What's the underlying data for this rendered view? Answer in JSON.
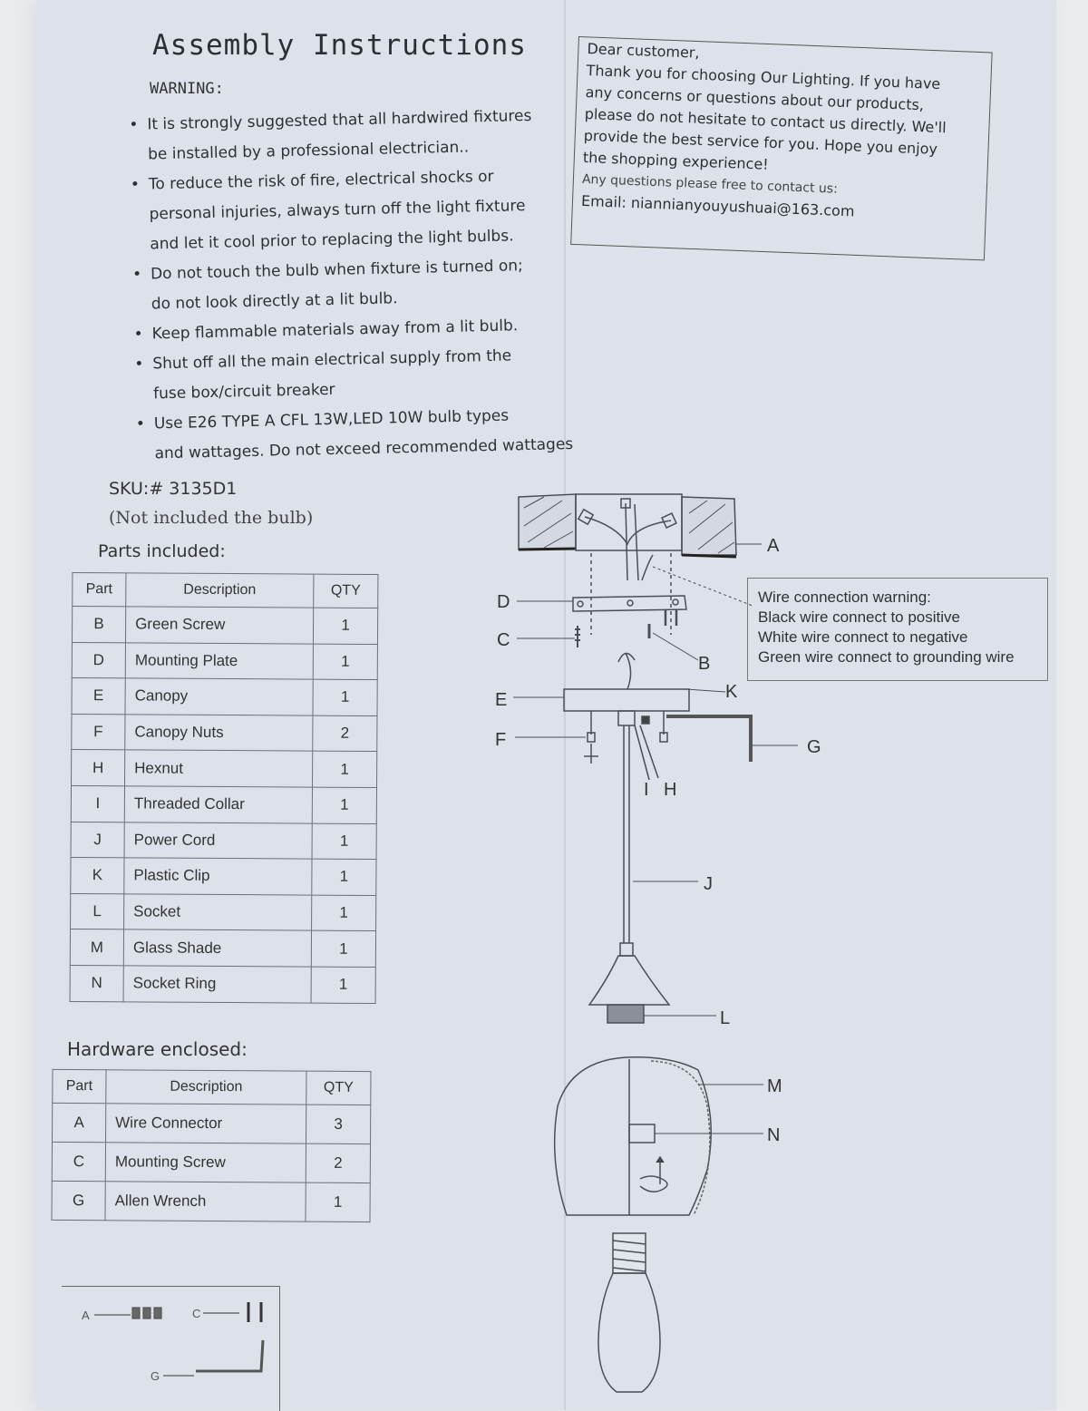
{
  "title": "Assembly Instructions",
  "warning_label": "WARNING:",
  "bullets": [
    [
      "It is strongly suggested that all hardwired fixtures",
      "be installed by a professional electrician.."
    ],
    [
      "To reduce the risk of fire, electrical shocks or",
      "personal injuries, always turn off the light fixture",
      "and let it cool prior to replacing the light bulbs."
    ],
    [
      "Do not touch the bulb when fixture is turned on;",
      "do not look directly at a lit bulb."
    ],
    [
      "Keep flammable materials away from a lit bulb."
    ],
    [
      "Shut off all the main electrical supply from the",
      "fuse box/circuit breaker"
    ],
    [
      "Use E26 TYPE A  CFL 13W,LED 10W bulb types",
      "and wattages. Do not exceed recommended wattages"
    ]
  ],
  "sku": "SKU:# 3135D1",
  "not_included": "(Not included the bulb)",
  "parts_included_heading": "Parts included:",
  "parts_table": {
    "headers": [
      "Part",
      "Description",
      "QTY"
    ],
    "rows": [
      [
        "B",
        "Green Screw",
        "1"
      ],
      [
        "D",
        "Mounting Plate",
        "1"
      ],
      [
        "E",
        "Canopy",
        "1"
      ],
      [
        "F",
        "Canopy Nuts",
        "2"
      ],
      [
        "H",
        "Hexnut",
        "1"
      ],
      [
        "I",
        "Threaded Collar",
        "1"
      ],
      [
        "J",
        "Power Cord",
        "1"
      ],
      [
        "K",
        "Plastic  Clip",
        "1"
      ],
      [
        "L",
        "Socket",
        "1"
      ],
      [
        "M",
        "Glass Shade",
        "1"
      ],
      [
        "N",
        "Socket Ring",
        "1"
      ]
    ]
  },
  "hardware_heading": "Hardware enclosed:",
  "hardware_table": {
    "headers": [
      "Part",
      "Description",
      "QTY"
    ],
    "rows": [
      [
        "A",
        "Wire Connector",
        "3"
      ],
      [
        "C",
        "Mounting Screw",
        "2"
      ],
      [
        "G",
        "Allen Wrench",
        "1"
      ]
    ]
  },
  "customer_note": {
    "lines": [
      "Dear customer,",
      "Thank you for choosing Our Lighting. If you have",
      "any concerns or questions about our products,",
      "please do not hesitate to contact us directly. We'll",
      "provide the best service for you. Hope you enjoy",
      "the shopping experience!"
    ],
    "contact": "Any questions please free to contact us:",
    "email": "Email: niannianyouyushuai@163.com"
  },
  "wire_warning": [
    "Wire connection warning:",
    "Black wire connect to positive",
    "White wire connect to negative",
    "Green wire connect to grounding wire"
  ],
  "diagram_labels": {
    "A": "A",
    "B": "B",
    "C": "C",
    "D": "D",
    "E": "E",
    "F": "F",
    "G": "G",
    "I": "I",
    "H": "H",
    "J": "J",
    "K": "K",
    "L": "L",
    "M": "M",
    "N": "N"
  },
  "hardware_box_labels": {
    "A": "A",
    "C": "C",
    "G": "G"
  }
}
